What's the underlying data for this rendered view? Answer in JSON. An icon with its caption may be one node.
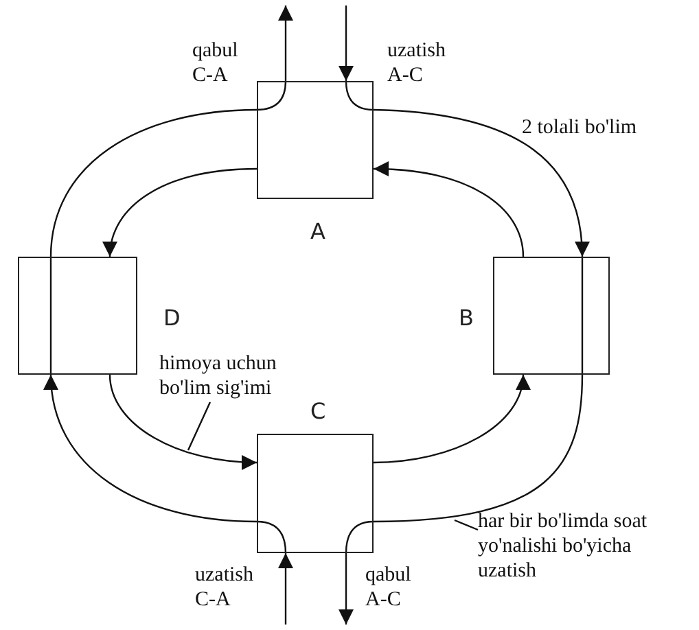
{
  "diagram": {
    "nodes": [
      {
        "text": [
          "A"
        ]
      },
      {
        "text": [
          "D"
        ]
      },
      {
        "text": [
          "B"
        ]
      },
      {
        "text": [
          "C"
        ]
      },
      {
        "text": [
          "himoya uchun bo'lim sig'imi"
        ]
      },
      {
        "text": [
          "har bir bo'limda soat yo'nalishi bo'yicha uzatish"
        ]
      }
    ],
    "edges": [
      {
        "from": 0,
        "to": 2,
        "arrow": "to"
      },
      {
        "from": 2,
        "to": 3,
        "arrow": "none"
      },
      {
        "from": 3,
        "to": 1,
        "arrow": "to"
      },
      {
        "from": 1,
        "to": 0,
        "arrow": "none"
      },
      {
        "from": 2,
        "to": 0,
        "arrow": "to"
      },
      {
        "from": 0,
        "to": 1,
        "arrow": "to"
      },
      {
        "from": 1,
        "to": 3,
        "arrow": "to"
      },
      {
        "from": 3,
        "to": 2,
        "arrow": "to"
      },
      {
        "from": 0,
        "to": null,
        "arrow": "to",
        "label": "qabul C-A"
      },
      {
        "from": null,
        "to": 0,
        "arrow": "to",
        "label": "uzatish A-C"
      },
      {
        "from": null,
        "to": 3,
        "arrow": "to",
        "label": "uzatish C-A"
      },
      {
        "from": 3,
        "to": null,
        "arrow": "to",
        "label": "qabul A-C"
      },
      {
        "from": 4,
        "to": null,
        "arrow": "none"
      },
      {
        "from": 5,
        "to": null,
        "arrow": "none"
      }
    ],
    "labels": [
      "2 tolali bo'lim"
    ]
  }
}
